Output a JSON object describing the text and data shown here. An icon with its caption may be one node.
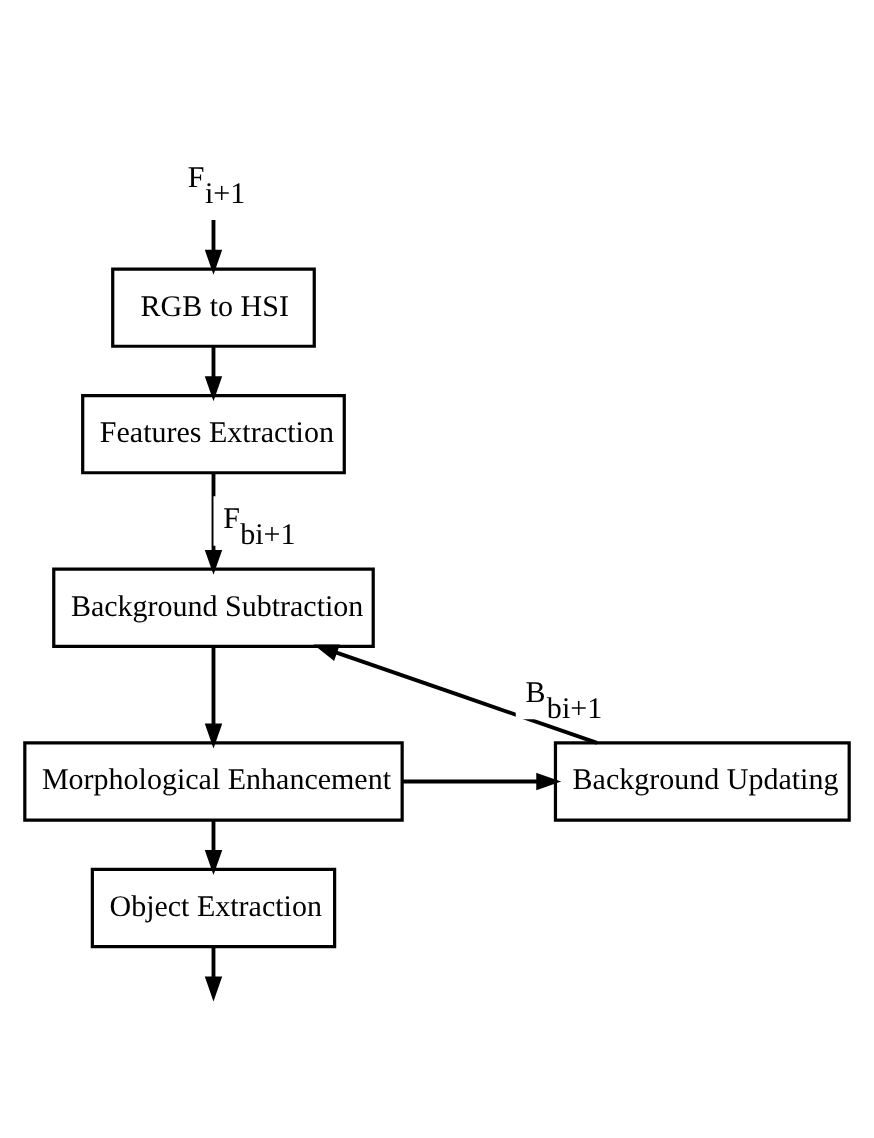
{
  "diagram": {
    "nodes": [
      {
        "text": [
          "F$_{i+1}$"
        ]
      },
      {
        "text": [
          "RGB to HSI"
        ]
      },
      {
        "text": [
          "Features Extraction"
        ]
      },
      {
        "text": [
          "Background Subtraction"
        ]
      },
      {
        "text": [
          "Morphological Enhancement"
        ]
      },
      {
        "text": [
          "Background Updating"
        ]
      },
      {
        "text": [
          "Object Extraction"
        ]
      }
    ],
    "edges": [
      {
        "from": 0,
        "to": 1,
        "arrow": "to"
      },
      {
        "from": 1,
        "to": 2,
        "arrow": "to"
      },
      {
        "from": 2,
        "to": 3,
        "arrow": "to",
        "label": "F$_{b}$$_{i+1}$"
      },
      {
        "from": 3,
        "to": 4,
        "arrow": "to"
      },
      {
        "from": 4,
        "to": 6,
        "arrow": "to"
      },
      {
        "from": 4,
        "to": 5,
        "arrow": "to"
      },
      {
        "from": 5,
        "to": 3,
        "arrow": "to",
        "label": "B$_{b}$$_{i+1}$"
      },
      {
        "from": 6,
        "to": null,
        "arrow": "to"
      }
    ]
  }
}
